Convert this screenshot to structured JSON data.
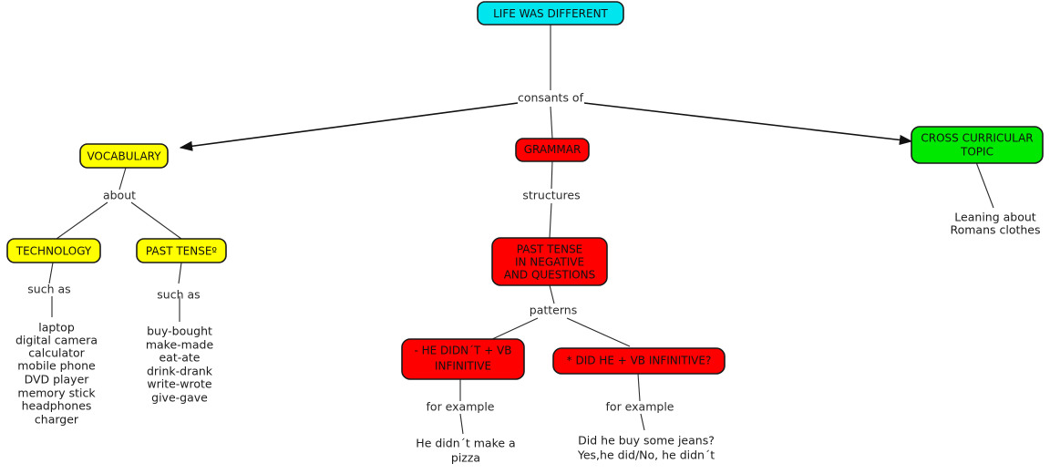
{
  "diagram": {
    "type": "concept-map",
    "background": "#ffffff",
    "colors": {
      "root_fill": "#00e5ee",
      "vocabulary_fill": "#ffff00",
      "grammar_fill": "#ff0000",
      "cross_curricular_fill": "#00e800",
      "node_border": "#1a1a1a",
      "link": "#2b2b2b",
      "text": "#111111"
    },
    "nodes": {
      "root": {
        "label": "LIFE WAS DIFFERENT",
        "color": "#00e5ee"
      },
      "vocabulary": {
        "label": "VOCABULARY",
        "color": "#ffff00"
      },
      "grammar": {
        "label": "GRAMMAR",
        "color": "#ff0000"
      },
      "cross_curricular": {
        "line1": "CROSS CURRICULAR",
        "line2": "TOPIC",
        "color": "#00e800"
      },
      "technology": {
        "label": "TECHNOLOGY",
        "color": "#ffff00"
      },
      "past_tense": {
        "label": "PAST TENSEº",
        "color": "#ffff00"
      },
      "past_tense_neg_q": {
        "line1": "PAST TENSE",
        "line2": "IN NEGATIVE",
        "line3": "AND QUESTIONS",
        "color": "#ff0000"
      },
      "negative_pattern": {
        "line1": "- HE DIDN´T + VB",
        "line2": "INFINITIVE",
        "color": "#ff0000"
      },
      "question_pattern": {
        "label": "* DID HE + VB INFINITIVE?",
        "color": "#ff0000"
      }
    },
    "connectors": {
      "consists_of": "consants of",
      "about": "about",
      "structures": "structures",
      "patterns": "patterns",
      "such_as_technology": "such as",
      "such_as_past_tense": "such as",
      "for_example_negative": "for example",
      "for_example_question": "for example"
    },
    "leaves": {
      "technology_items": [
        "laptop",
        "digital camera",
        "calculator",
        "mobile phone",
        "DVD player",
        "memory stick",
        "headphones",
        "charger"
      ],
      "past_tense_items": [
        "buy-bought",
        "make-made",
        "eat-ate",
        "drink-drank",
        "write-wrote",
        "give-gave"
      ],
      "cross_curricular_note": [
        "Leaning about",
        "Romans clothes"
      ],
      "negative_example": [
        "He didn´t make a",
        "pizza"
      ],
      "question_example": [
        "Did he buy some jeans?",
        "Yes,he did/No, he didn´t"
      ]
    }
  }
}
